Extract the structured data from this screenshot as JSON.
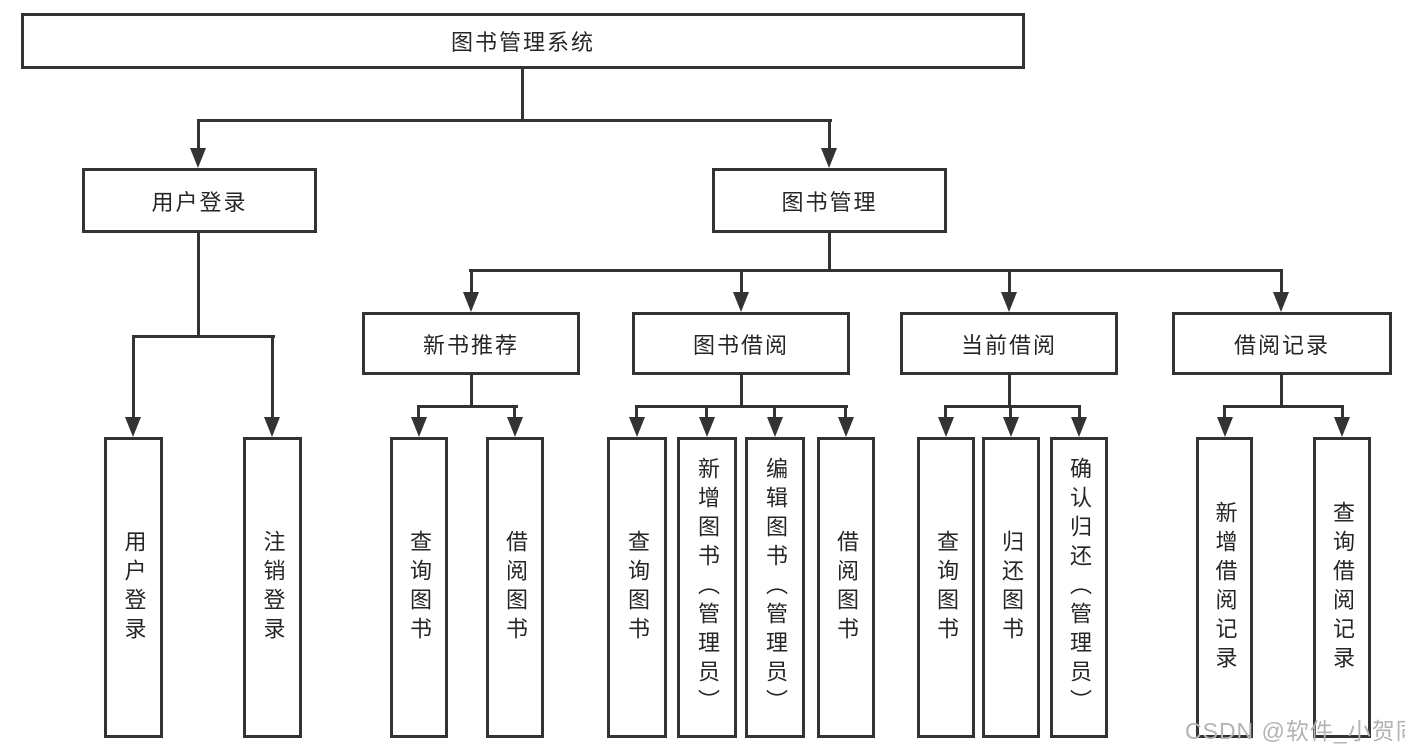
{
  "tree": {
    "label": "图书管理系统",
    "children": [
      {
        "label": "用户登录",
        "children": [
          {
            "label": "用户登录"
          },
          {
            "label": "注销登录"
          }
        ]
      },
      {
        "label": "图书管理",
        "children": [
          {
            "label": "新书推荐",
            "children": [
              {
                "label": "查询图书"
              },
              {
                "label": "借阅图书"
              }
            ]
          },
          {
            "label": "图书借阅",
            "children": [
              {
                "label": "查询图书"
              },
              {
                "label": "新增图书（管理员）"
              },
              {
                "label": "编辑图书（管理员）"
              },
              {
                "label": "借阅图书"
              }
            ]
          },
          {
            "label": "当前借阅",
            "children": [
              {
                "label": "查询图书"
              },
              {
                "label": "归还图书"
              },
              {
                "label": "确认归还（管理员）"
              }
            ]
          },
          {
            "label": "借阅记录",
            "children": [
              {
                "label": "新增借阅记录"
              },
              {
                "label": "查询借阅记录"
              }
            ]
          }
        ]
      }
    ]
  },
  "watermark": "CSDN @软件_小贺同学",
  "colors": {
    "border": "#333333",
    "text": "#262626",
    "watermark": "#b3b3b3",
    "background": "#ffffff"
  }
}
